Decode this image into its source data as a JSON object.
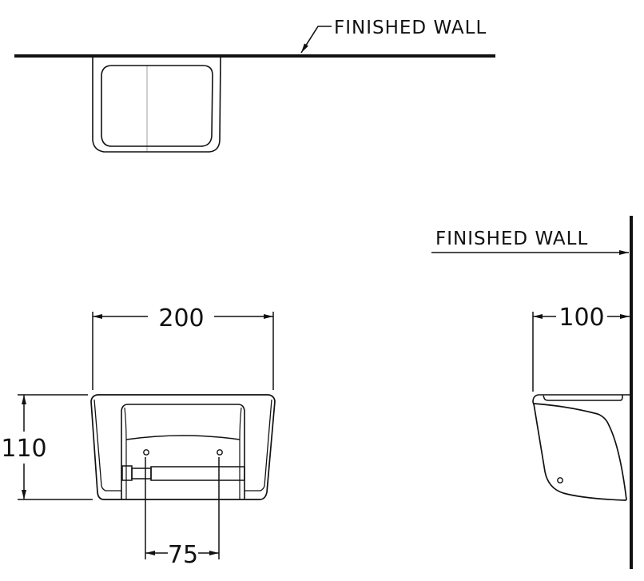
{
  "drawing": {
    "stroke_color": "#111111",
    "background": "#ffffff"
  },
  "top_view": {
    "wall_label": "FINISHED WALL"
  },
  "front_view": {
    "width_dim": "200",
    "height_dim": "110",
    "hole_spacing_dim": "75"
  },
  "side_view": {
    "wall_label": "FINISHED WALL",
    "depth_dim": "100"
  }
}
